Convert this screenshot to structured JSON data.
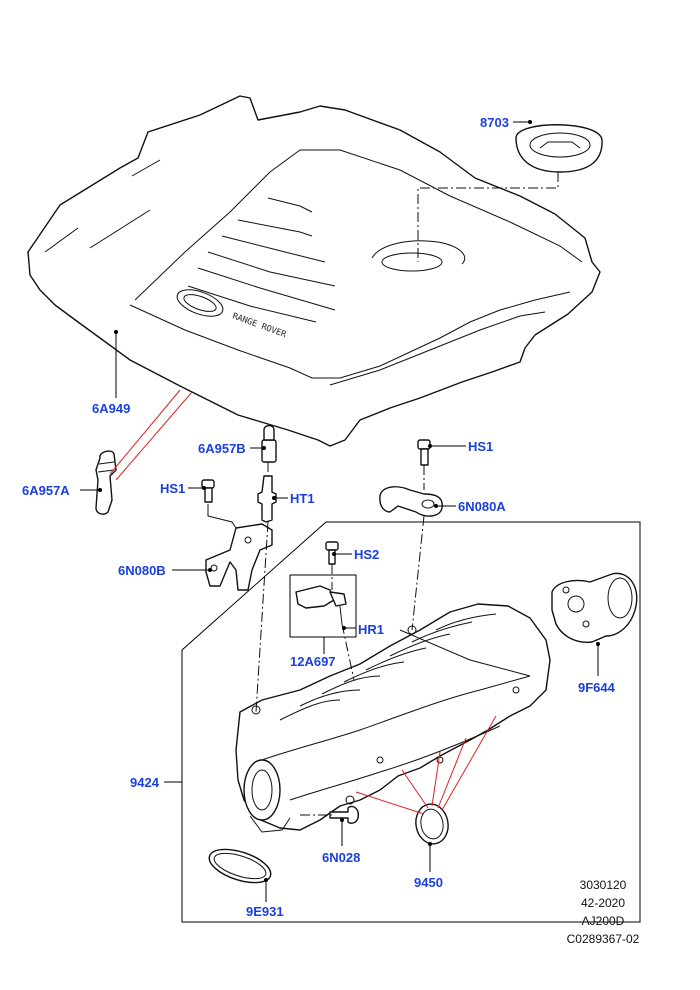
{
  "callouts": {
    "p8703": "8703",
    "p6A949": "6A949",
    "p6A957B": "6A957B",
    "p6A957A": "6A957A",
    "pHS1_top": "HS1",
    "pHS1_left": "HS1",
    "pHT1": "HT1",
    "p6N080A": "6N080A",
    "p6N080B": "6N080B",
    "pHS2": "HS2",
    "pHR1": "HR1",
    "p12A697": "12A697",
    "p9F644": "9F644",
    "p9424": "9424",
    "p6N028": "6N028",
    "p9450": "9450",
    "p9E931": "9E931"
  },
  "cover_text": "RANGE ROVER",
  "reference": {
    "line1": "3030120",
    "line2": "42-2020",
    "line3": "AJ200D",
    "line4": "C0289367-02"
  },
  "colors": {
    "callout": "#1a3fe0",
    "leader": "#000000",
    "red_leader": "#e02020"
  }
}
